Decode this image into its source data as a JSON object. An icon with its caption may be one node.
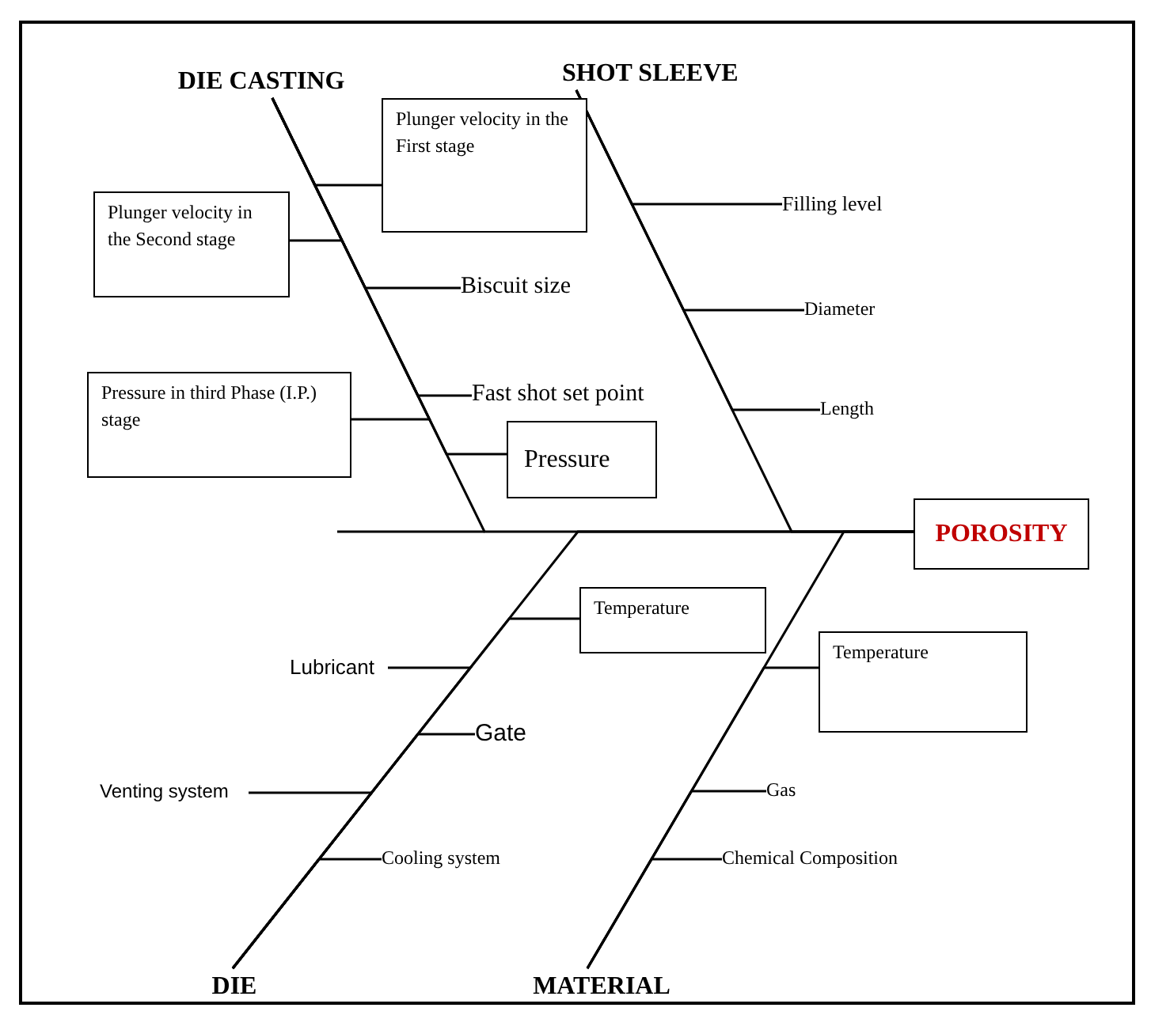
{
  "diagram": {
    "nodes": [
      {
        "text": [
          "DIE CASTING"
        ]
      },
      {
        "text": [
          "SHOT SLEEVE"
        ]
      },
      {
        "text": [
          "Plunger velocity in the First stage"
        ]
      },
      {
        "text": [
          "Plunger velocity in the Second stage"
        ]
      },
      {
        "text": [
          "Biscuit size"
        ]
      },
      {
        "text": [
          "Fast shot set point"
        ]
      },
      {
        "text": [
          "Filling level"
        ]
      },
      {
        "text": [
          "Diameter"
        ]
      },
      {
        "text": [
          "Length"
        ]
      },
      {
        "text": [
          "Pressure in third Phase (I.P.) stage"
        ]
      },
      {
        "text": [
          "Pressure"
        ]
      },
      {
        "text": [
          "POROSITY"
        ]
      },
      {
        "text": [
          "Temperature"
        ]
      },
      {
        "text": [
          "Lubricant"
        ]
      },
      {
        "text": [
          "Temperature"
        ]
      },
      {
        "text": [
          "Gate"
        ]
      },
      {
        "text": [
          "Venting system"
        ]
      },
      {
        "text": [
          "Gas"
        ]
      },
      {
        "text": [
          "Cooling system"
        ]
      },
      {
        "text": [
          "Chemical Composition"
        ]
      },
      {
        "text": [
          "DIE"
        ]
      },
      {
        "text": [
          "MATERIAL"
        ]
      }
    ],
    "edges": [
      {
        "from": 0,
        "to": 11,
        "arrow": "none"
      },
      {
        "from": 1,
        "to": 11,
        "arrow": "none"
      },
      {
        "from": 20,
        "to": 11,
        "arrow": "none"
      },
      {
        "from": 21,
        "to": 11,
        "arrow": "none"
      },
      {
        "from": 2,
        "to": 0,
        "arrow": "none"
      },
      {
        "from": 3,
        "to": 0,
        "arrow": "none"
      },
      {
        "from": 4,
        "to": 0,
        "arrow": "none"
      },
      {
        "from": 5,
        "to": 0,
        "arrow": "none"
      },
      {
        "from": 9,
        "to": 0,
        "arrow": "none"
      },
      {
        "from": 10,
        "to": 0,
        "arrow": "none"
      },
      {
        "from": 6,
        "to": 1,
        "arrow": "none"
      },
      {
        "from": 7,
        "to": 1,
        "arrow": "none"
      },
      {
        "from": 8,
        "to": 1,
        "arrow": "none"
      },
      {
        "from": 12,
        "to": 20,
        "arrow": "none"
      },
      {
        "from": 13,
        "to": 20,
        "arrow": "none"
      },
      {
        "from": 15,
        "to": 20,
        "arrow": "none"
      },
      {
        "from": 16,
        "to": 20,
        "arrow": "none"
      },
      {
        "from": 18,
        "to": 20,
        "arrow": "none"
      },
      {
        "from": 14,
        "to": 21,
        "arrow": "none"
      },
      {
        "from": 17,
        "to": 21,
        "arrow": "none"
      },
      {
        "from": 19,
        "to": 21,
        "arrow": "none"
      }
    ]
  }
}
